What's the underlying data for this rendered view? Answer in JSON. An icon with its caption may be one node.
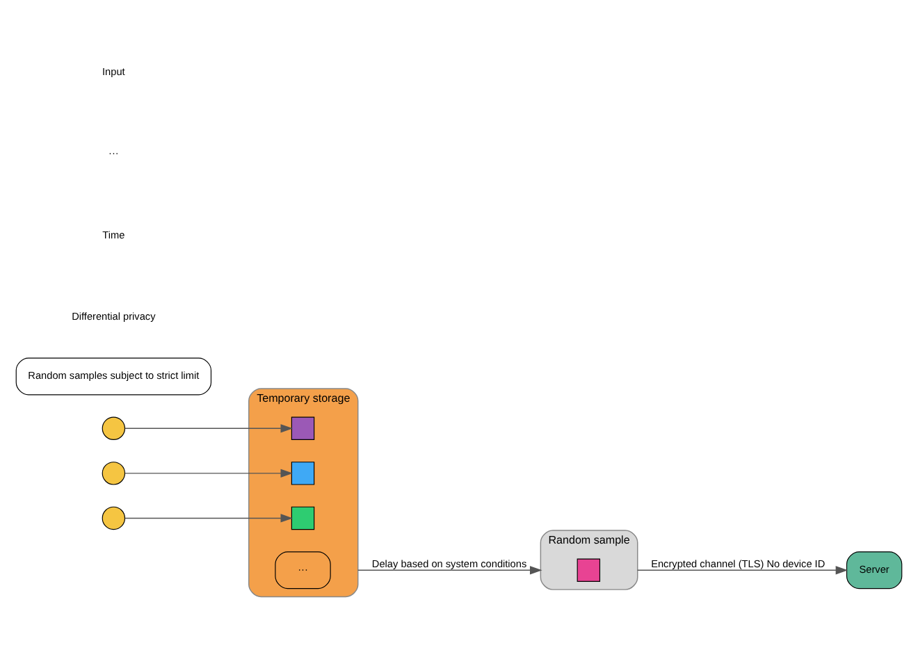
{
  "diagram": {
    "nodes": [
      {
        "text": [],
        "shape": "circle"
      },
      {
        "text": [],
        "shape": "circle"
      },
      {
        "text": [],
        "shape": "circle"
      },
      {
        "text": [
          "Temporary storage"
        ]
      },
      {
        "text": [],
        "shape": "box",
        "in": 3
      },
      {
        "text": [],
        "shape": "box",
        "in": 3
      },
      {
        "text": [],
        "shape": "box",
        "in": 3
      },
      {
        "text": [
          "···"
        ],
        "in": 3
      },
      {
        "text": [
          "Random sample"
        ]
      },
      {
        "text": [],
        "shape": "box",
        "in": 8
      },
      {
        "text": [
          "Random samples subject to strict limit"
        ]
      },
      {
        "text": [
          "Server"
        ]
      }
    ],
    "edges": [
      {
        "from": 0,
        "to": 4,
        "arrow": "to"
      },
      {
        "from": 1,
        "to": 5,
        "arrow": "to"
      },
      {
        "from": 2,
        "to": 6,
        "arrow": "to"
      },
      {
        "from": 3,
        "to": 8,
        "arrow": "to",
        "label": "Delay based on system conditions"
      },
      {
        "from": 8,
        "to": 11,
        "arrow": "to",
        "label": "Encrypted channel (TLS) No device ID"
      }
    ],
    "labels": [
      "Input",
      "···",
      "Time",
      "Differential privacy"
    ]
  }
}
